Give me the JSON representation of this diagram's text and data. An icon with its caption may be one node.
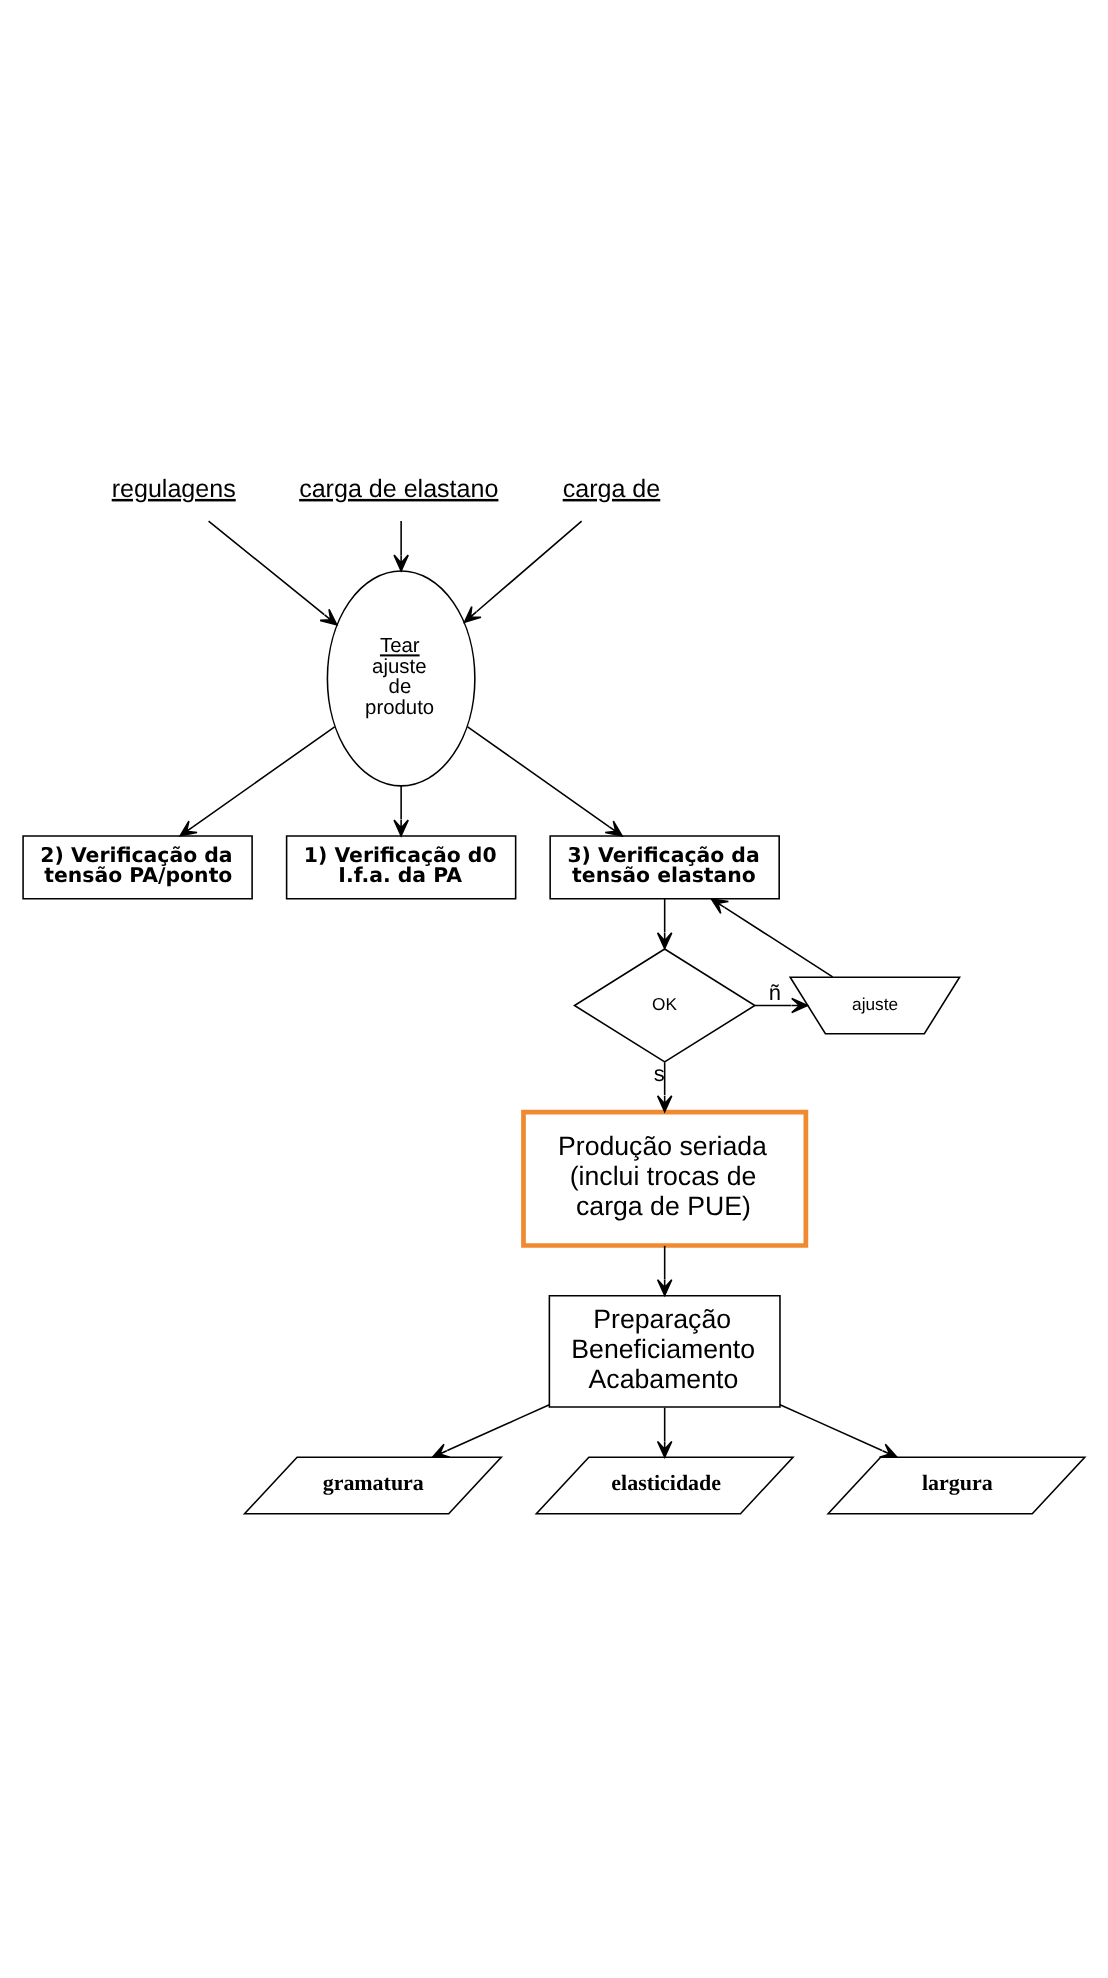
{
  "diagram": {
    "nodes": [
      {
        "text": [
          "regulagens"
        ]
      },
      {
        "text": [
          "carga de elastano"
        ]
      },
      {
        "text": [
          "carga de"
        ]
      },
      {
        "text": [
          "Tear",
          "ajuste de produto"
        ]
      },
      {
        "text": [
          "2) Verificação da tensão PA/ponto"
        ]
      },
      {
        "text": [
          "1) Verificação d0 I.f.a. da PA"
        ]
      },
      {
        "text": [
          "3) Verificação da tensão elastano"
        ]
      },
      {
        "text": [
          "OK"
        ]
      },
      {
        "text": [
          "ajuste"
        ]
      },
      {
        "text": [
          "Produção seriada (inclui trocas de carga de PUE)"
        ]
      },
      {
        "text": [
          "Preparação Beneficiamento Acabamento"
        ]
      },
      {
        "text": [
          "gramatura"
        ]
      },
      {
        "text": [
          "elasticidade"
        ]
      },
      {
        "text": [
          "largura"
        ]
      }
    ],
    "edges": [
      {
        "from": 1,
        "to": 3,
        "arrow": "to"
      },
      {
        "from": 0,
        "to": 3,
        "arrow": "to"
      },
      {
        "from": 2,
        "to": 3,
        "arrow": "to"
      },
      {
        "from": 3,
        "to": 4,
        "arrow": "to"
      },
      {
        "from": 3,
        "to": 6,
        "arrow": "to"
      },
      {
        "from": 3,
        "to": 5,
        "arrow": "to"
      },
      {
        "from": 6,
        "to": 7,
        "arrow": "to"
      },
      {
        "from": 7,
        "to": 8,
        "label": "ñ",
        "arrow": "to"
      },
      {
        "from": 8,
        "to": 6,
        "arrow": "to"
      },
      {
        "from": 7,
        "to": 9,
        "label": "s",
        "arrow": "to"
      },
      {
        "from": 9,
        "to": 10,
        "arrow": "to"
      },
      {
        "from": 10,
        "to": 11,
        "arrow": "to"
      },
      {
        "from": 10,
        "to": 12,
        "arrow": "to"
      },
      {
        "from": 10,
        "to": 13,
        "arrow": "to"
      }
    ]
  }
}
